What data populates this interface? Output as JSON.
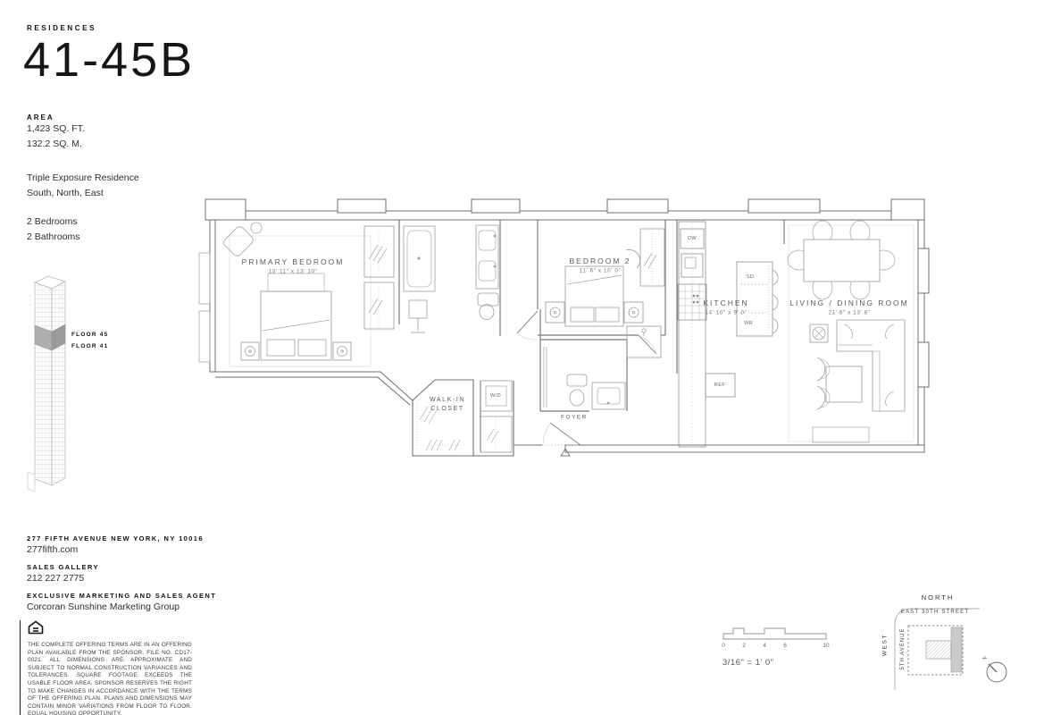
{
  "header": {
    "eyebrow": "RESIDENCES",
    "title": "41-45B"
  },
  "area": {
    "label": "AREA",
    "sqft": "1,423 SQ. FT.",
    "sqm": "132.2 SQ. M."
  },
  "exposure": {
    "line1": "Triple Exposure Residence",
    "line2": "South, North, East"
  },
  "summary": {
    "bedrooms": "2 Bedrooms",
    "bathrooms": "2 Bathrooms"
  },
  "stack": {
    "floor_top": "FLOOR 45",
    "floor_bottom": "FLOOR 41"
  },
  "contact": {
    "address": "277 FIFTH AVENUE NEW YORK, NY 10016",
    "website": "277fifth.com",
    "sales_label": "SALES GALLERY",
    "phone": "212 227 2775",
    "agent_label": "EXCLUSIVE MARKETING AND SALES AGENT",
    "agent": "Corcoran Sunshine Marketing Group"
  },
  "disclaimer": "THE COMPLETE OFFERING TERMS ARE IN AN OFFERING PLAN AVAILABLE FROM THE SPONSOR. FILE NO. CD17-0021. ALL DIMENSIONS ARE APPROXIMATE AND SUBJECT TO NORMAL CONSTRUCTION VARIANCES AND TOLERANCES. SQUARE FOOTAGE EXCEEDS THE USABLE FLOOR AREA. SPONSOR RESERVES THE RIGHT TO MAKE CHANGES IN ACCORDANCE WITH THE TERMS OF THE OFFERING PLAN. PLANS AND DIMENSIONS MAY CONTAIN MINOR VARIATIONS FROM FLOOR TO FLOOR. EQUAL HOUSING OPPORTUNITY.",
  "plan": {
    "rooms": [
      {
        "name": "PRIMARY BEDROOM",
        "dims": "13' 11\" x 13' 10\""
      },
      {
        "name": "BEDROOM 2",
        "dims": "11' 6\" x 10' 0\""
      },
      {
        "name": "KITCHEN",
        "dims": "14' 10\" x 9' 0\""
      },
      {
        "name": "LIVING / DINING ROOM",
        "dims": "21' 6\" x 13' 8\""
      },
      {
        "name": "WALK-IN CLOSET",
        "dims": ""
      },
      {
        "name": "FOYER",
        "dims": ""
      }
    ],
    "fixtures": {
      "dw": "DW",
      "sd": "SD",
      "wr": "WR",
      "ref": "REF",
      "wd": "W/D"
    }
  },
  "scale": {
    "ticks": [
      "0",
      "2",
      "4",
      "6",
      "10"
    ],
    "ratio": "3/16\" = 1' 0\""
  },
  "map": {
    "north": "NORTH",
    "street": "EAST 30TH STREET",
    "avenue": "5TH AVENUE",
    "west": "WEST",
    "compass_n": "N",
    "unit_fill": "#c8cbcd"
  }
}
